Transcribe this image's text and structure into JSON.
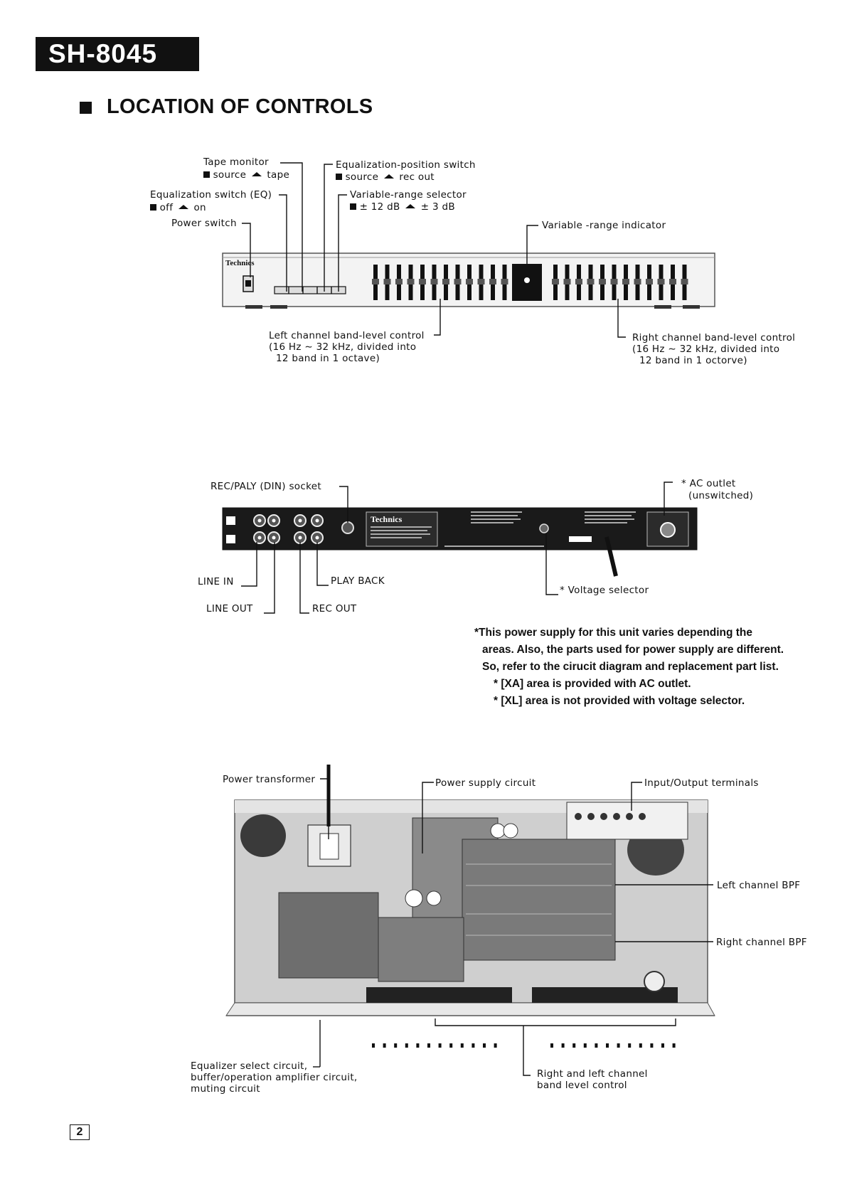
{
  "header": {
    "model": "SH-8045",
    "section_title": "LOCATION OF CONTROLS"
  },
  "front_panel": {
    "brand": "Technics",
    "tape_monitor": {
      "label": "Tape monitor",
      "opt1": "source",
      "opt2": "tape"
    },
    "eq_switch": {
      "label": "Equalization switch (EQ)",
      "opt1": "off",
      "opt2": "on"
    },
    "power_switch": {
      "label": "Power switch"
    },
    "eq_position": {
      "label": "Equalization-position switch",
      "opt1": "source",
      "opt2": "rec out"
    },
    "variable_range": {
      "label": "Variable-range selector",
      "opt1": "± 12 dB",
      "opt2": "± 3 dB"
    },
    "variable_range_indicator": {
      "label": "Variable -range indicator"
    },
    "left_band": {
      "line1": "Left channel band-level control",
      "line2": "(16 Hz ∼ 32 kHz, divided into",
      "line3": "12 band in 1 octave)"
    },
    "right_band": {
      "line1": "Right channel band-level control",
      "line2": "(16 Hz ∼ 32 kHz, divided into",
      "line3": "12 band in 1 octorve)"
    }
  },
  "rear_panel": {
    "brand": "Technics",
    "rec_play_socket": "REC/PALY (DIN) socket",
    "ac_outlet": {
      "line1": "* AC outlet",
      "line2": "(unswitched)"
    },
    "line_in": "LINE IN",
    "line_out": "LINE OUT",
    "play_back": "PLAY BACK",
    "rec_out": "REC OUT",
    "voltage_selector": "* Voltage selector"
  },
  "notes": [
    "*This power supply for this unit varies depending the",
    "areas. Also, the parts used for power supply are different.",
    "So, refer to the cirucit diagram and replacement part list.",
    "* [XA] area is provided with AC outlet.",
    "* [XL] area is not provided with voltage selector."
  ],
  "internal": {
    "power_transformer": "Power transformer",
    "power_supply_circuit": "Power supply circuit",
    "io_terminals": "Input/Output terminals",
    "left_bpf": "Left channel BPF",
    "right_bpf": "Right channel BPF",
    "eq_select": {
      "line1": "Equalizer select circuit,",
      "line2": "buffer/operation amplifier circuit,",
      "line3": "muting circuit"
    },
    "band_level": {
      "line1": "Right and left channel",
      "line2": "band level control"
    }
  },
  "footer": {
    "page_number": "2"
  }
}
